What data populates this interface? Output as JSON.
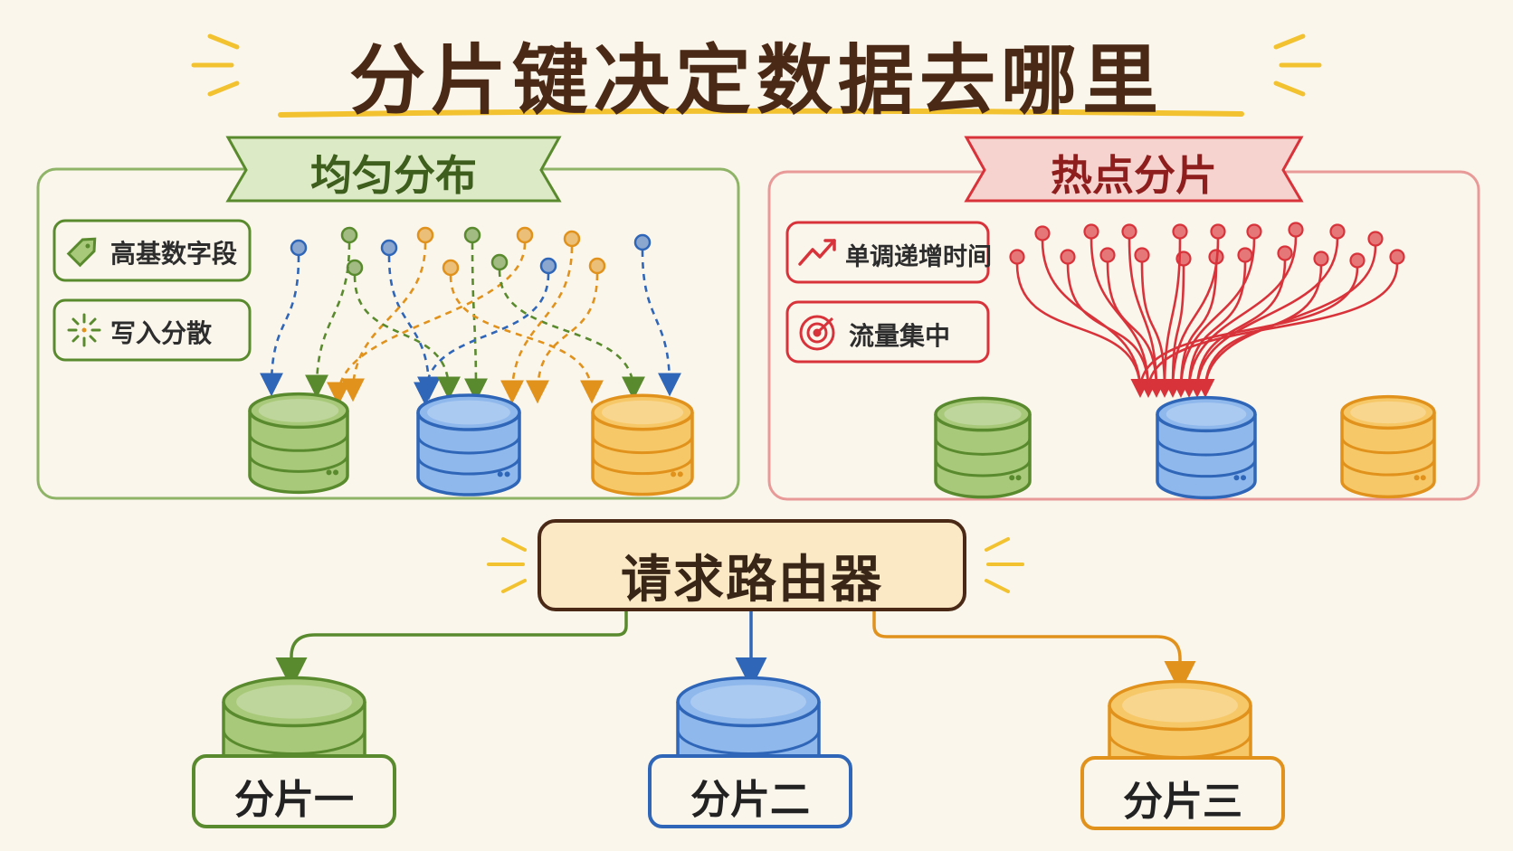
{
  "title": "分片键决定数据去哪里",
  "left_panel": {
    "banner": "均匀分布",
    "tags": [
      {
        "icon": "tag-icon",
        "label": "高基数字段"
      },
      {
        "icon": "sparkle-icon",
        "label": "写入分散"
      }
    ]
  },
  "right_panel": {
    "banner": "热点分片",
    "tags": [
      {
        "icon": "trend-up-icon",
        "label": "单调递增时间"
      },
      {
        "icon": "target-icon",
        "label": "流量集中"
      }
    ]
  },
  "router": {
    "label": "请求路由器"
  },
  "shards": [
    {
      "label": "分片一",
      "color": "#5a8a2e"
    },
    {
      "label": "分片二",
      "color": "#2f66b8"
    },
    {
      "label": "分片三",
      "color": "#e0921c"
    }
  ],
  "colors": {
    "green": "#5a8a2e",
    "green_fill": "#a9c97a",
    "blue": "#2f66b8",
    "blue_fill": "#8fb8ec",
    "orange": "#e0921c",
    "orange_fill": "#f7c868",
    "red": "#d8333a",
    "panel_green": "#8fb468",
    "panel_red": "#e89a98",
    "title_underline": "#f2c230",
    "router_fill": "#fbe9c6"
  }
}
